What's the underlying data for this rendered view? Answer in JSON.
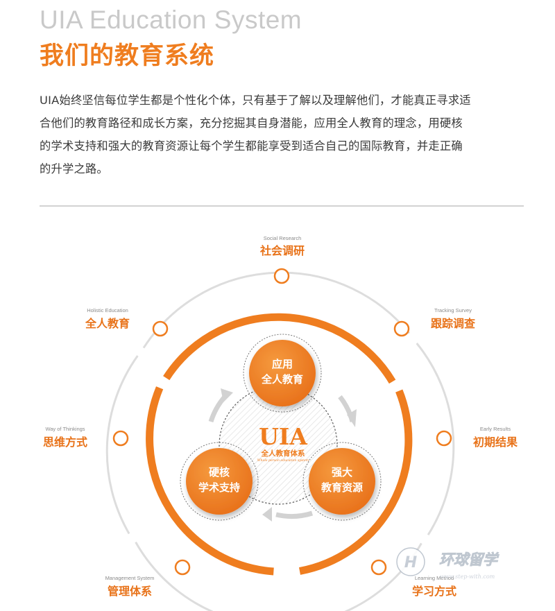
{
  "header": {
    "title_en": "UIA Education System",
    "title_cn": "我们的教育系统"
  },
  "intro": {
    "lines": [
      "UIA始终坚信每位学生都是个性化个体，只有基于了解以及理解他们，才能真正寻求适",
      "合他们的教育路径和成长方案，充分挖掘其自身潜能，应用全人教育的理念，用硬核",
      "的学术支持和强大的教育资源让每个学生都能享受到适合自己的国际教育，并走正确",
      "的升学之路。"
    ]
  },
  "outer_items": [
    {
      "en": "Social Research",
      "cn": "社会调研"
    },
    {
      "en": "Holistic Education",
      "cn": "全人教育"
    },
    {
      "en": "Tracking Survey",
      "cn": "跟踪调查"
    },
    {
      "en": "Way of Thinkings",
      "cn": "思维方式"
    },
    {
      "en": "Early Results",
      "cn": "初期结果"
    },
    {
      "en": "Management System",
      "cn": "管理体系"
    },
    {
      "en": "Learning Method",
      "cn": "学习方式"
    }
  ],
  "inner_nodes": [
    {
      "line1": "应用",
      "line2": "全人教育"
    },
    {
      "line1": "硬核",
      "line2": "学术支持"
    },
    {
      "line1": "强大",
      "line2": "教育资源"
    }
  ],
  "core": {
    "title": "UIA",
    "subtitle": "全人教育体系",
    "subtitle_en": "Whole person education system"
  },
  "watermark": {
    "text": "环球留学",
    "sub": "www.step-with.com"
  },
  "colors": {
    "accent": "#ef7d1f",
    "ring_gray": "#dcdcdc",
    "title_gray": "#c9c9c9",
    "text": "#3a3a3a"
  }
}
